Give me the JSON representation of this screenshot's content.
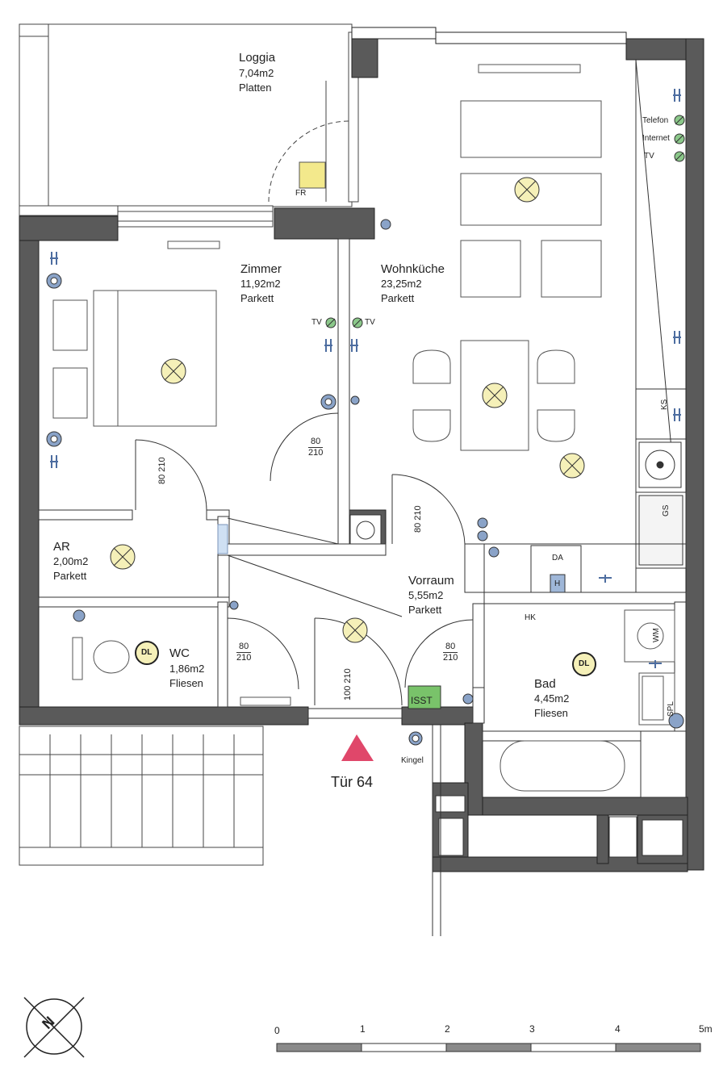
{
  "rooms": {
    "loggia": {
      "name": "Loggia",
      "area": "7,04m2",
      "floor": "Platten"
    },
    "zimmer": {
      "name": "Zimmer",
      "area": "11,92m2",
      "floor": "Parkett"
    },
    "wohnkueche": {
      "name": "Wohnküche",
      "area": "23,25m2",
      "floor": "Parkett"
    },
    "ar": {
      "name": "AR",
      "area": "2,00m2",
      "floor": "Parkett"
    },
    "vorraum": {
      "name": "Vorraum",
      "area": "5,55m2",
      "floor": "Parkett"
    },
    "wc": {
      "name": "WC",
      "area": "1,86m2",
      "floor": "Fliesen"
    },
    "bad": {
      "name": "Bad",
      "area": "4,45m2",
      "floor": "Fliesen"
    }
  },
  "doors": [
    {
      "w": "80",
      "h": "210"
    },
    {
      "w": "80",
      "h": "210"
    },
    {
      "w": "80",
      "h": "210"
    },
    {
      "w": "80",
      "h": "210"
    },
    {
      "w": "80",
      "h": "210"
    },
    {
      "w": "100",
      "h": "210"
    }
  ],
  "fixtures": {
    "fr": "FR",
    "telefon": "Telefon",
    "internet": "Internet",
    "tv": "TV",
    "tv_left": "TV",
    "tv_right": "TV",
    "ks": "KS",
    "gs": "GS",
    "da": "DA",
    "h": "H",
    "hk": "HK",
    "wm": "WM",
    "spl": "SPL",
    "dl_wc": "DL",
    "dl_bad": "DL",
    "isst": "ISST",
    "kingel": "Kingel"
  },
  "entrance": {
    "label": "Tür 64",
    "marker_color": "#e0476a"
  },
  "scale": {
    "ticks": [
      "0",
      "1",
      "2",
      "3",
      "4",
      "5m"
    ]
  },
  "north": {
    "label": "N"
  },
  "colors": {
    "wall": "#5a5a5a",
    "line": "#333333",
    "lamp": "#f5f0b8",
    "fr_box": "#f3e98c",
    "isst_box": "#79c36a",
    "h_box": "#9fb7d8",
    "outlet": "#8aa3c8",
    "socket_green": "#8bc88a"
  }
}
